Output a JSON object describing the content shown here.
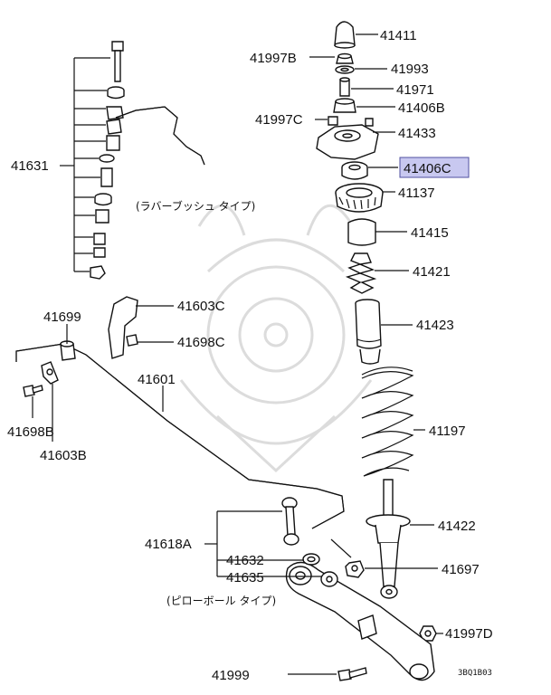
{
  "labels": {
    "p41411": "41411",
    "p41997B": "41997B",
    "p41993": "41993",
    "p41971": "41971",
    "p41997C": "41997C",
    "p41406B": "41406B",
    "p41433": "41433",
    "p41406C": "41406C",
    "p41137": "41137",
    "p41415": "41415",
    "p41421": "41421",
    "p41631": "41631",
    "p41603C": "41603C",
    "p41699": "41699",
    "p41698C": "41698C",
    "p41423": "41423",
    "p41601": "41601",
    "p41698B": "41698B",
    "p41197": "41197",
    "p41603B": "41603B",
    "p41422": "41422",
    "p41618A": "41618A",
    "p41632": "41632",
    "p41697": "41697",
    "p41635": "41635",
    "p41997D": "41997D",
    "p41999": "41999"
  },
  "notes": {
    "rubber_bush_type": "(ラバーブッシュ タイプ)",
    "pillow_ball_type": "(ピローボール タイプ)"
  },
  "diagram_code": "3BQ1B03",
  "highlight": {
    "part": "41406C",
    "fill": "#c8c8f0",
    "border": "#5050a0"
  }
}
